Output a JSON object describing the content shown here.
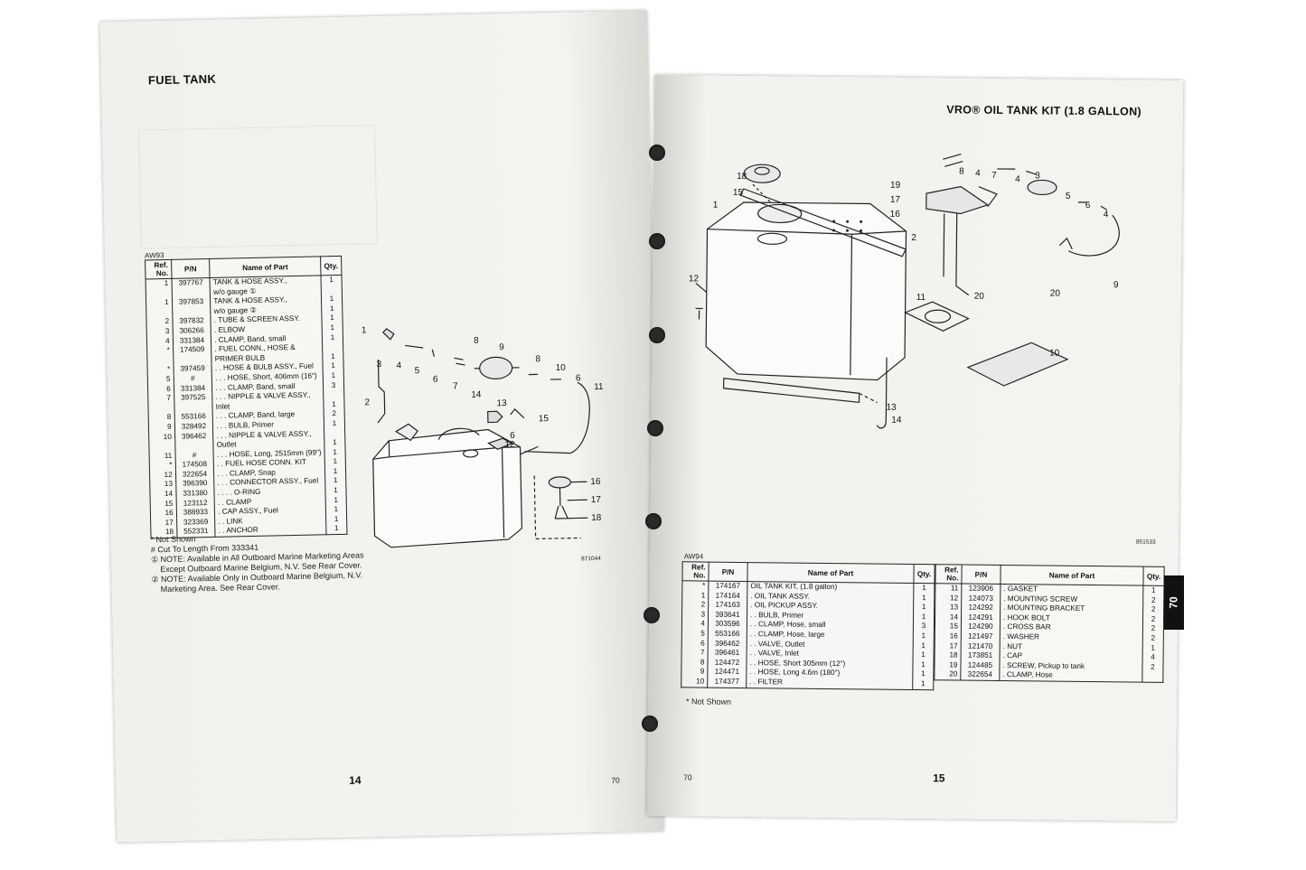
{
  "left": {
    "title": "FUEL TANK",
    "table_code": "AW93",
    "headers": [
      "Ref. No.",
      "P/N",
      "Name of Part",
      "Qty."
    ],
    "rows": [
      [
        "1",
        "397767",
        "TANK & HOSE ASSY.,",
        "1"
      ],
      [
        "",
        "",
        "w/o gauge ①",
        ""
      ],
      [
        "1",
        "397853",
        "TANK & HOSE ASSY.,",
        "1"
      ],
      [
        "",
        "",
        "w/o gauge ②",
        "1"
      ],
      [
        "2",
        "397832",
        ". TUBE & SCREEN ASSY.",
        "1"
      ],
      [
        "3",
        "306266",
        ". ELBOW",
        "1"
      ],
      [
        "4",
        "331384",
        ". CLAMP, Band, small",
        "1"
      ],
      [
        "*",
        "174509",
        ". FUEL CONN., HOSE &",
        ""
      ],
      [
        "",
        "",
        "PRIMER BULB",
        "1"
      ],
      [
        "*",
        "397459",
        ". . HOSE & BULB ASSY., Fuel",
        "1"
      ],
      [
        "5",
        "#",
        ". . . HOSE, Short, 406mm (16\")",
        "1"
      ],
      [
        "6",
        "331384",
        ". . . CLAMP, Band, small",
        "3"
      ],
      [
        "7",
        "397525",
        ". . . NIPPLE & VALVE ASSY.,",
        ""
      ],
      [
        "",
        "",
        "Inlet",
        "1"
      ],
      [
        "8",
        "553166",
        ". . . CLAMP, Band, large",
        "2"
      ],
      [
        "9",
        "328492",
        ". . . BULB, Primer",
        "1"
      ],
      [
        "10",
        "396462",
        ". . . NIPPLE & VALVE ASSY.,",
        ""
      ],
      [
        "",
        "",
        "Outlet",
        "1"
      ],
      [
        "11",
        "#",
        ". . . HOSE, Long, 2515mm (99\")",
        "1"
      ],
      [
        "*",
        "174508",
        ". . FUEL HOSE CONN. KIT",
        "1"
      ],
      [
        "12",
        "322654",
        ". . . CLAMP, Snap",
        "1"
      ],
      [
        "13",
        "396390",
        ". . . CONNECTOR ASSY., Fuel",
        "1"
      ],
      [
        "14",
        "331380",
        ". . . . O-RING",
        "1"
      ],
      [
        "15",
        "123112",
        ". . CLAMP",
        "1"
      ],
      [
        "16",
        "388933",
        ". CAP ASSY., Fuel",
        "1"
      ],
      [
        "17",
        "323369",
        ". . LINK",
        "1"
      ],
      [
        "18",
        "552331",
        ". . ANCHOR",
        "1"
      ]
    ],
    "notes": [
      "* Not Shown",
      "# Cut To Length From 333341",
      "① NOTE: Available in All Outboard Marine Marketing Areas",
      "Except Outboard Marine Belgium, N.V. See Rear Cover.",
      "② NOTE: Available Only in Outboard Marine Belgium, N.V.",
      "Marketing Area. See Rear Cover."
    ],
    "figure_code": "871044",
    "page_number": "14",
    "section_code": "70",
    "callouts": [
      "1",
      "2",
      "3",
      "4",
      "5",
      "6",
      "7",
      "8",
      "9",
      "8",
      "10",
      "6",
      "11",
      "14",
      "13",
      "12",
      "6",
      "15",
      "16",
      "17",
      "18"
    ]
  },
  "right": {
    "title": "VRO® OIL TANK KIT (1.8 GALLON)",
    "table_code": "AW94",
    "headers": [
      "Ref. No.",
      "P/N",
      "Name of Part",
      "Qty."
    ],
    "rows_a": [
      [
        "*",
        "174167",
        "OIL TANK KIT, (1.8 gallon)",
        "1"
      ],
      [
        "1",
        "174164",
        ". OIL TANK ASSY.",
        "1"
      ],
      [
        "2",
        "174163",
        ". OIL PICKUP ASSY.",
        "1"
      ],
      [
        "3",
        "393641",
        ". . BULB, Primer",
        "1"
      ],
      [
        "4",
        "303596",
        ". . CLAMP, Hose, small",
        "3"
      ],
      [
        "5",
        "553166",
        ". . CLAMP, Hose, large",
        "1"
      ],
      [
        "6",
        "396462",
        ". . VALVE, Outlet",
        "1"
      ],
      [
        "7",
        "396461",
        ". . VALVE, Inlet",
        "1"
      ],
      [
        "8",
        "124472",
        ". . HOSE, Short 305mm (12\")",
        "1"
      ],
      [
        "9",
        "124471",
        ". . HOSE, Long 4.6m (180\")",
        "1"
      ],
      [
        "10",
        "174377",
        ". . FILTER",
        "1"
      ]
    ],
    "rows_b": [
      [
        "11",
        "123906",
        ". GASKET",
        "1"
      ],
      [
        "12",
        "124073",
        ". MOUNTING SCREW",
        "2"
      ],
      [
        "13",
        "124292",
        ". MOUNTING BRACKET",
        "2"
      ],
      [
        "14",
        "124291",
        ". HOOK BOLT",
        "2"
      ],
      [
        "15",
        "124290",
        ". CROSS BAR",
        "2"
      ],
      [
        "16",
        "121497",
        ". WASHER",
        "2"
      ],
      [
        "17",
        "121470",
        ". NUT",
        "1"
      ],
      [
        "18",
        "173851",
        ". CAP",
        "4"
      ],
      [
        "19",
        "124485",
        ". SCREW, Pickup to tank",
        "2"
      ],
      [
        "20",
        "322654",
        ". CLAMP, Hose",
        ""
      ]
    ],
    "notes": [
      "* Not Shown"
    ],
    "figure_code": "851533",
    "page_number": "15",
    "section_code": "70",
    "tab_label": "70",
    "callouts": [
      "18",
      "15",
      "1",
      "19",
      "17",
      "16",
      "8",
      "4",
      "7",
      "4",
      "3",
      "5",
      "6",
      "4",
      "2",
      "20",
      "20",
      "9",
      "12",
      "11",
      "10",
      "13",
      "14"
    ]
  }
}
